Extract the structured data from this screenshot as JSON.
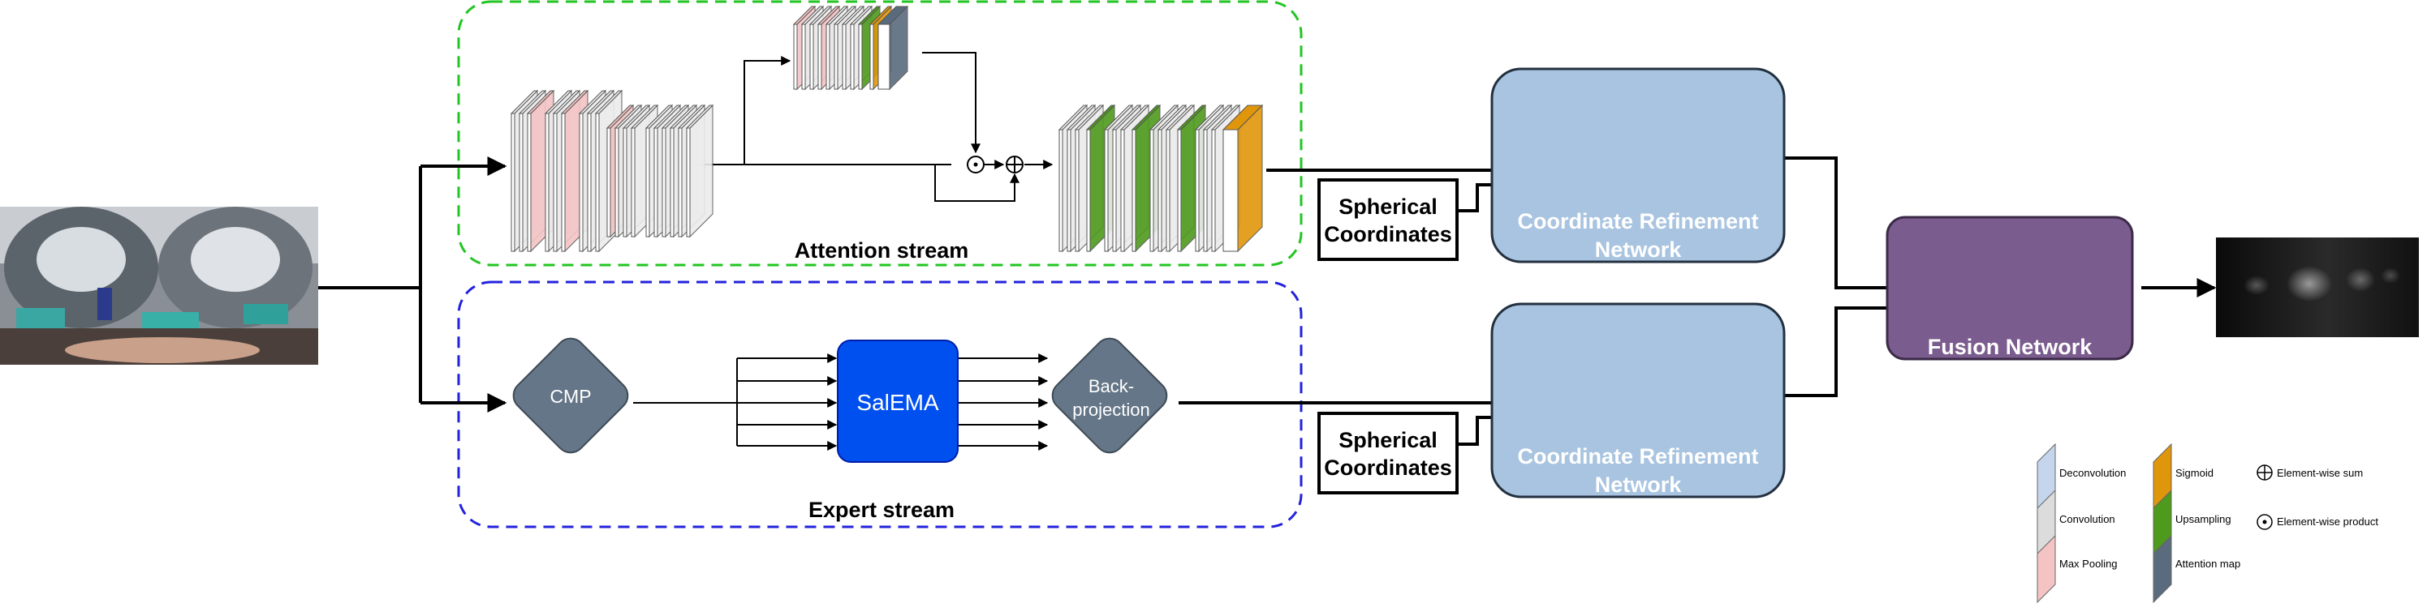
{
  "streams": {
    "attention": {
      "title": "Attention stream",
      "border_color": "#22c522"
    },
    "expert": {
      "title": "Expert stream",
      "border_color": "#2222dd"
    }
  },
  "modules": {
    "cmp": "CMP",
    "salema": "SalEMA",
    "backprojection": [
      "Back-",
      "projection"
    ],
    "spherical_coordinates": [
      "Spherical",
      "Coordinates"
    ],
    "coordinate_refinement": [
      "Coordinate Refinement",
      "Network"
    ],
    "fusion": "Fusion Network"
  },
  "operators": {
    "product_symbol": "⊙",
    "sum_symbol": "⊕"
  },
  "legend": {
    "items": [
      {
        "label": "Deconvolution",
        "color": "#c5d6ec"
      },
      {
        "label": "Convolution",
        "color": "#dcdcdc"
      },
      {
        "label": "Max Pooling",
        "color": "#f4c4c4"
      },
      {
        "label": "Sigmoid",
        "color": "#e0960b"
      },
      {
        "label": "Upsampling",
        "color": "#4e9a1c"
      },
      {
        "label": "Attention map",
        "color": "#5a6b7e"
      },
      {
        "label": "Element-wise sum",
        "symbol": "⊕"
      },
      {
        "label": "Element-wise product",
        "symbol": "⊙"
      }
    ]
  },
  "colors": {
    "crn_fill": "#a8c4e0",
    "fusion_fill": "#7b5c8e",
    "salema_fill": "#0050ef",
    "diamond_fill": "#647687",
    "conv": "#ececec",
    "maxpool": "#f4c4c4",
    "upsample": "#4e9a1c",
    "sigmoid": "#e0960b",
    "attention_map": "#5a6b7e",
    "deconv": "#c5d6ec"
  }
}
